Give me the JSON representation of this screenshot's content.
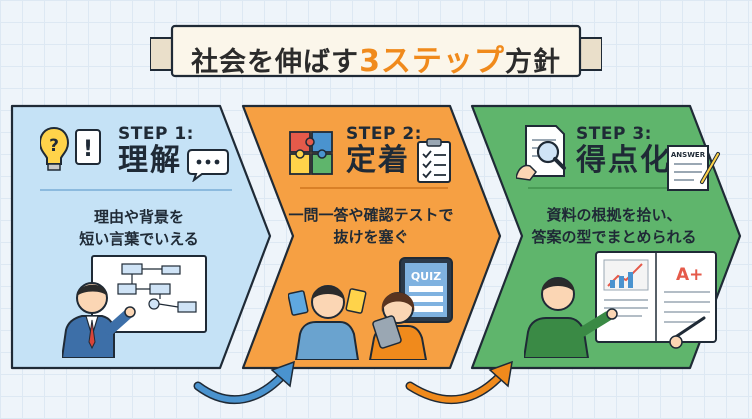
{
  "title": {
    "prefix": "社会を伸ばす",
    "accent": "3ステップ",
    "suffix": "方針"
  },
  "colors": {
    "step1": "#c5e2f6",
    "step2": "#f6a043",
    "step3": "#5fb56c",
    "accent": "#f08a1c",
    "outline": "#1f2a36"
  },
  "steps": [
    {
      "label": "STEP 1:",
      "name": "理解",
      "desc_lines": [
        "理由や背景を",
        "短い言葉でいえる"
      ],
      "icons": [
        "question-lightbulb-icon",
        "speech-bubble-icon"
      ],
      "illustration": "teacher-at-flowchart-board"
    },
    {
      "label": "STEP 2:",
      "name": "定着",
      "desc_lines": [
        "一問一答や確認テストで",
        "抜けを塞ぐ"
      ],
      "icons": [
        "puzzle-icon",
        "checklist-icon"
      ],
      "illustration": "students-with-cards-and-tablet",
      "tablet_text": "QUIZ"
    },
    {
      "label": "STEP 3:",
      "name": "得点化",
      "desc_lines": [
        "資料の根拠を拾い、",
        "答案の型でまとめられる"
      ],
      "icons": [
        "magnifier-document-icon",
        "answer-sheet-icon"
      ],
      "illustration": "student-writing-answer",
      "sheet_text": "ANSWER",
      "grade_text": "A+"
    }
  ]
}
